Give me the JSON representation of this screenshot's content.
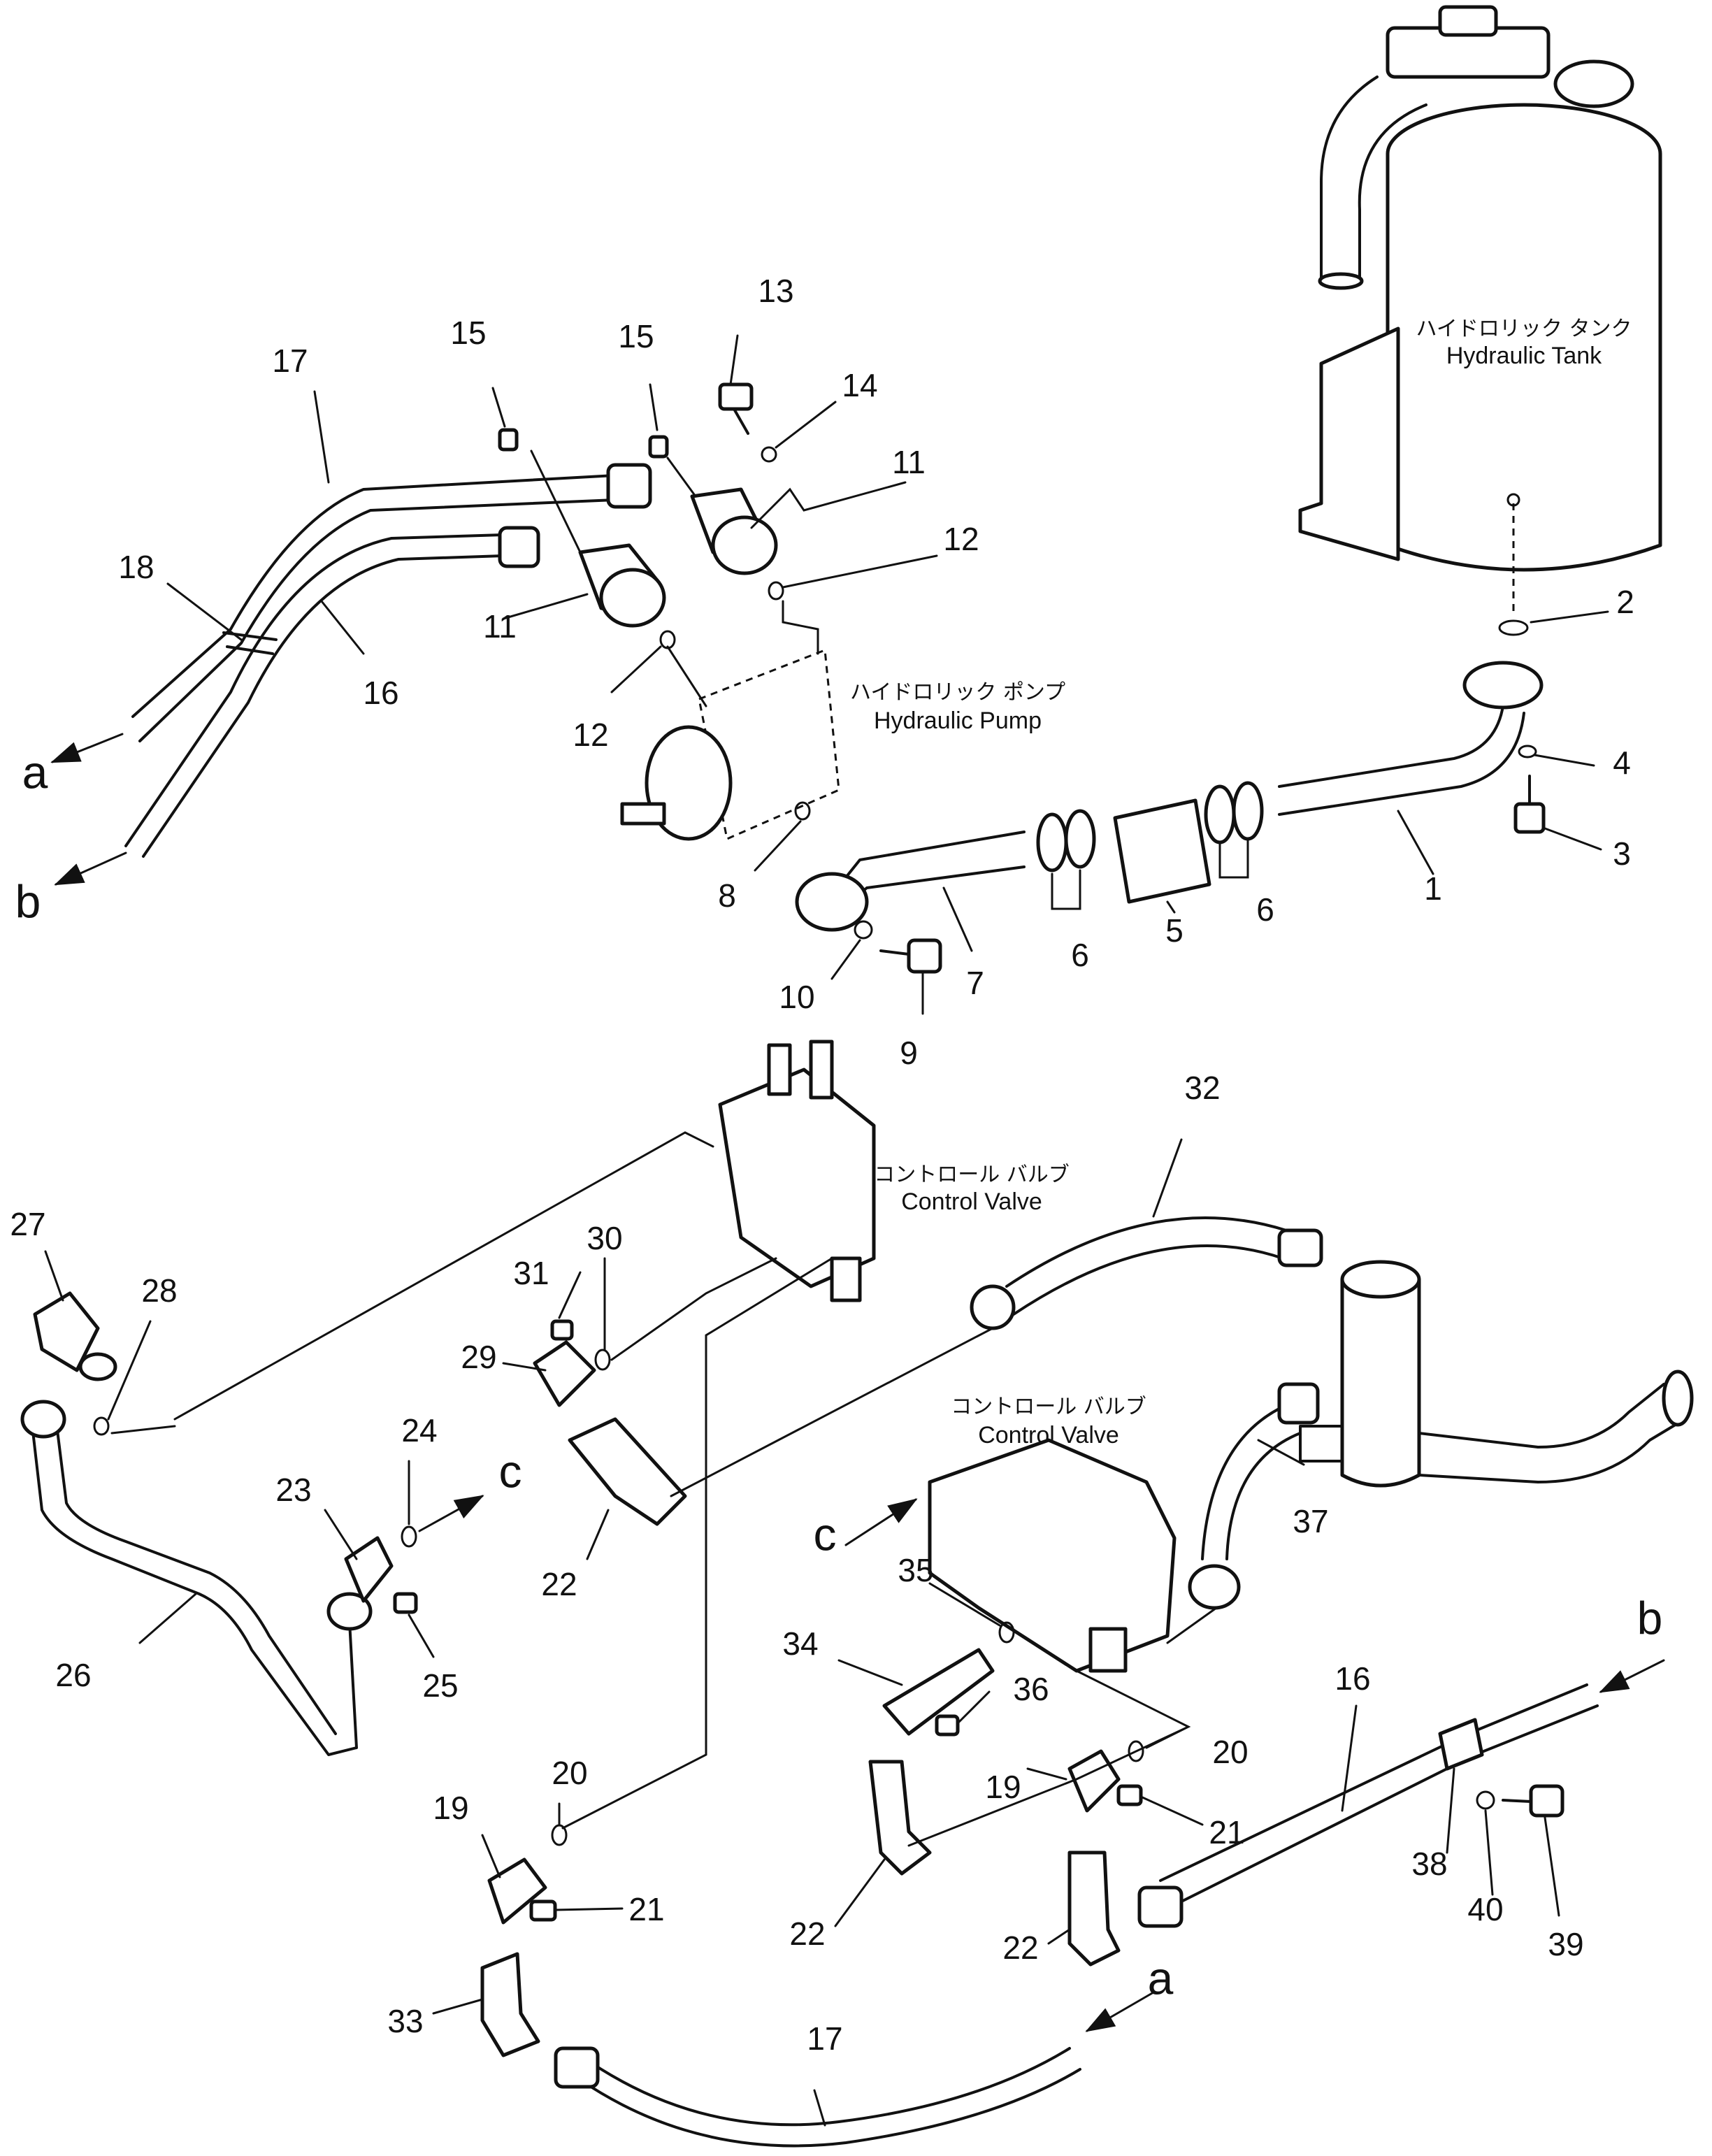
{
  "components": {
    "hydraulic_tank": {
      "jp": "ハイドロリック タンク",
      "en": "Hydraulic Tank"
    },
    "hydraulic_pump": {
      "jp": "ハイドロリック ポンプ",
      "en": "Hydraulic Pump"
    },
    "control_valve_1": {
      "jp": "コントロール バルブ",
      "en": "Control Valve"
    },
    "control_valve_2": {
      "jp": "コントロール バルブ",
      "en": "Control Valve"
    }
  },
  "connections": {
    "a_top": "a",
    "b_top": "b",
    "c_left": "c",
    "c_right": "c",
    "b_right": "b",
    "a_bottom": "a"
  },
  "part_numbers": {
    "p1": "1",
    "p2": "2",
    "p3": "3",
    "p4": "4",
    "p5": "5",
    "p6a": "6",
    "p6b": "6",
    "p7": "7",
    "p8": "8",
    "p9": "9",
    "p10": "10",
    "p11a": "11",
    "p11b": "11",
    "p12a": "12",
    "p12b": "12",
    "p13": "13",
    "p14": "14",
    "p15a": "15",
    "p15b": "15",
    "p16a": "16",
    "p16b": "16",
    "p17a": "17",
    "p17b": "17",
    "p18": "18",
    "p19a": "19",
    "p19b": "19",
    "p20a": "20",
    "p20b": "20",
    "p21a": "21",
    "p21b": "21",
    "p22a": "22",
    "p22b": "22",
    "p22c": "22",
    "p23": "23",
    "p24": "24",
    "p25": "25",
    "p26": "26",
    "p27": "27",
    "p28": "28",
    "p29": "29",
    "p30": "30",
    "p31": "31",
    "p32": "32",
    "p33": "33",
    "p34": "34",
    "p35": "35",
    "p36": "36",
    "p37": "37",
    "p38": "38",
    "p39": "39",
    "p40": "40"
  }
}
